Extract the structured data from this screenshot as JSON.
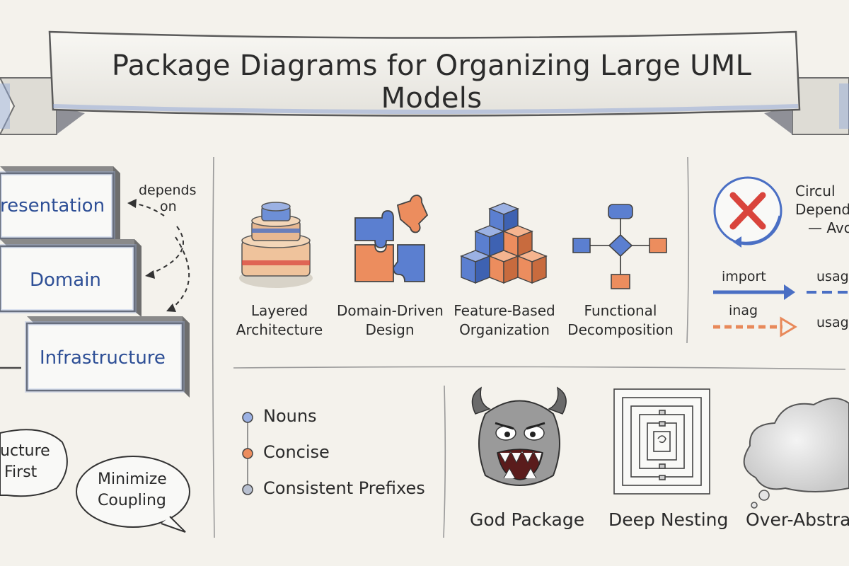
{
  "title": "Package Diagrams for Organizing Large UML Models",
  "layers": {
    "presentation": "resentation",
    "domain": "Domain",
    "infrastructure": "Infrastructure",
    "depends_on": [
      "depends",
      "on"
    ]
  },
  "bubbles": {
    "structure_first": [
      "ucture",
      "First"
    ],
    "minimize_coupling": [
      "Minimize",
      "Coupling"
    ]
  },
  "patterns": [
    {
      "icon": "layered-cake-icon",
      "lines": [
        "Layered",
        "Architecture"
      ]
    },
    {
      "icon": "puzzle-pieces-icon",
      "lines": [
        "Domain-Driven",
        "Design"
      ]
    },
    {
      "icon": "cube-pyramid-icon",
      "lines": [
        "Feature-Based",
        "Organization"
      ]
    },
    {
      "icon": "flowchart-icon",
      "lines": [
        "Functional",
        "Decomposition"
      ]
    }
  ],
  "circular": {
    "lines": [
      "Circul",
      "Dependen",
      "— Avo"
    ],
    "import_label": "import",
    "usage_label_1": "usag",
    "inag_label": "inag",
    "usage_label_2": "usag"
  },
  "naming": [
    "Nouns",
    "Concise",
    "Consistent Prefixes"
  ],
  "anti_patterns": [
    "God Package",
    "Deep Nesting",
    "Over-Abstrac"
  ],
  "colors": {
    "background": "#f4f2ec",
    "blue": "#4a6fc4",
    "orange": "#e8895a",
    "red": "#d9443c",
    "ink": "#2a2a2a"
  }
}
